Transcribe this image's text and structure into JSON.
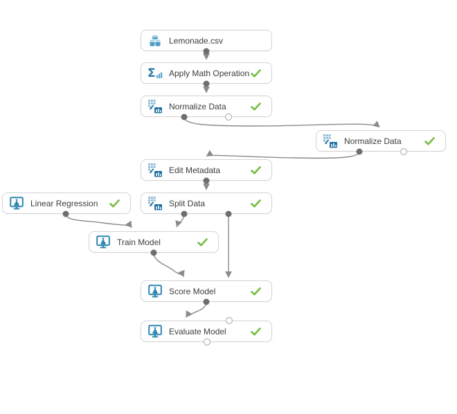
{
  "app": {
    "view": "experiment-canvas",
    "background": "#ffffff"
  },
  "colors": {
    "node_border": "#d3d3d3",
    "node_background": "#ffffff",
    "label_text": "#3c3c3c",
    "edge": "#8a8a8a",
    "port_connected_fill": "#6e6e6e",
    "port_empty_stroke": "#b8b8b8",
    "status_success_green": "#76bc43",
    "icon_blue": "#2e86b2",
    "icon_light_blue": "#93bdd6",
    "icon_dark_blue": "#1f6f9f",
    "icon_cylinder_blue": "#4e9dc6"
  },
  "nodes": [
    {
      "id": "lemonade-csv",
      "label": "Lemonade.csv",
      "icon": "dataset-icon",
      "status": "none",
      "inputs": [],
      "outputs": [
        {
          "state": "connected"
        }
      ]
    },
    {
      "id": "apply-math-operation",
      "label": "Apply Math Operation",
      "icon": "sigma-math-icon",
      "status": "success",
      "inputs": [
        {
          "state": "connected"
        }
      ],
      "outputs": [
        {
          "state": "connected"
        }
      ]
    },
    {
      "id": "normalize-data-1",
      "label": "Normalize Data",
      "icon": "data-transform-icon",
      "status": "success",
      "inputs": [
        {
          "state": "connected"
        }
      ],
      "outputs": [
        {
          "state": "connected"
        },
        {
          "state": "empty"
        }
      ]
    },
    {
      "id": "normalize-data-2",
      "label": "Normalize Data",
      "icon": "data-transform-icon",
      "status": "success",
      "inputs": [
        {
          "state": "connected"
        }
      ],
      "outputs": [
        {
          "state": "connected"
        },
        {
          "state": "empty"
        }
      ]
    },
    {
      "id": "edit-metadata",
      "label": "Edit Metadata",
      "icon": "data-transform-icon",
      "status": "success",
      "inputs": [
        {
          "state": "connected"
        }
      ],
      "outputs": [
        {
          "state": "connected"
        }
      ]
    },
    {
      "id": "linear-regression",
      "label": "Linear Regression",
      "icon": "ml-model-icon",
      "status": "success",
      "inputs": [],
      "outputs": [
        {
          "state": "connected"
        }
      ]
    },
    {
      "id": "split-data",
      "label": "Split Data",
      "icon": "data-transform-icon",
      "status": "success",
      "inputs": [
        {
          "state": "connected"
        }
      ],
      "outputs": [
        {
          "state": "connected"
        },
        {
          "state": "connected"
        }
      ]
    },
    {
      "id": "train-model",
      "label": "Train Model",
      "icon": "ml-model-icon",
      "status": "success",
      "inputs": [
        {
          "state": "connected"
        },
        {
          "state": "connected"
        }
      ],
      "outputs": [
        {
          "state": "connected"
        }
      ]
    },
    {
      "id": "score-model",
      "label": "Score Model",
      "icon": "ml-model-icon",
      "status": "success",
      "inputs": [
        {
          "state": "connected"
        },
        {
          "state": "connected"
        }
      ],
      "outputs": [
        {
          "state": "connected"
        }
      ]
    },
    {
      "id": "evaluate-model",
      "label": "Evaluate Model",
      "icon": "ml-model-icon",
      "status": "success",
      "inputs": [
        {
          "state": "connected"
        },
        {
          "state": "empty"
        }
      ],
      "outputs": [
        {
          "state": "empty"
        }
      ]
    }
  ],
  "connections": [
    {
      "from": "lemonade-csv",
      "from_port": "output-1",
      "to": "apply-math-operation",
      "to_port": "input-1"
    },
    {
      "from": "apply-math-operation",
      "from_port": "output-1",
      "to": "normalize-data-1",
      "to_port": "input-1"
    },
    {
      "from": "normalize-data-1",
      "from_port": "output-1",
      "to": "normalize-data-2",
      "to_port": "input-1"
    },
    {
      "from": "normalize-data-2",
      "from_port": "output-1",
      "to": "edit-metadata",
      "to_port": "input-1"
    },
    {
      "from": "edit-metadata",
      "from_port": "output-1",
      "to": "split-data",
      "to_port": "input-1"
    },
    {
      "from": "linear-regression",
      "from_port": "output-1",
      "to": "train-model",
      "to_port": "input-1"
    },
    {
      "from": "split-data",
      "from_port": "output-1",
      "to": "train-model",
      "to_port": "input-2"
    },
    {
      "from": "split-data",
      "from_port": "output-2",
      "to": "score-model",
      "to_port": "input-2"
    },
    {
      "from": "train-model",
      "from_port": "output-1",
      "to": "score-model",
      "to_port": "input-1"
    },
    {
      "from": "score-model",
      "from_port": "output-1",
      "to": "evaluate-model",
      "to_port": "input-1"
    }
  ]
}
